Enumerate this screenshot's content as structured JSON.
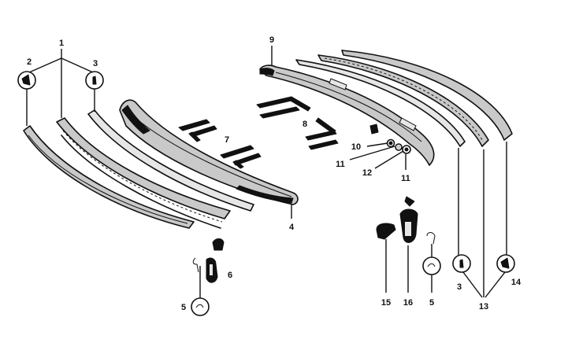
{
  "labels": {
    "l1": "1",
    "l2": "2",
    "l3a": "3",
    "l4": "4",
    "l5a": "5",
    "l6": "6",
    "l7": "7",
    "l8": "8",
    "l9": "9",
    "l10": "10",
    "l11a": "11",
    "l11b": "11",
    "l12": "12",
    "l3b": "3",
    "l13": "13",
    "l14": "14",
    "l15": "15",
    "l16": "16",
    "l5b": "5"
  }
}
